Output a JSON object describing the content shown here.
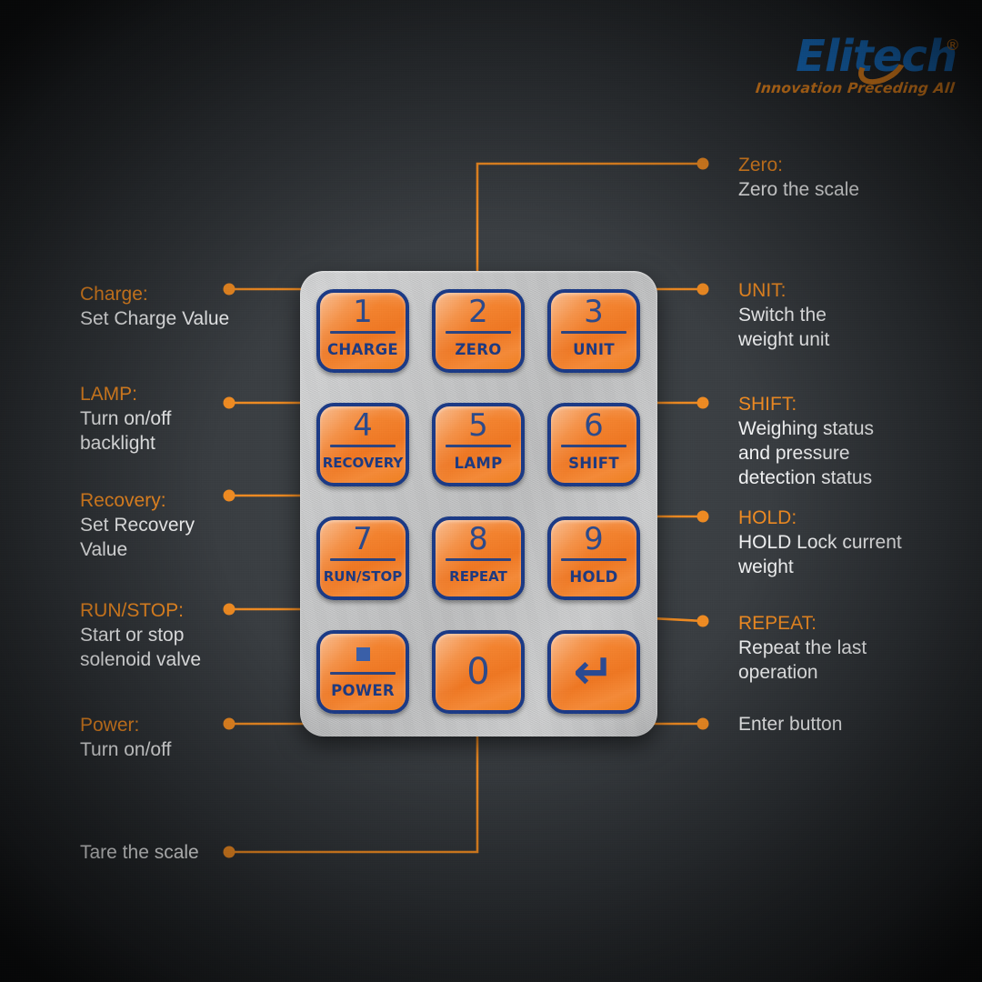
{
  "brand": {
    "name": "Elitech",
    "registered": "®",
    "tagline": "Innovation Preceding All"
  },
  "keypad": {
    "keys": [
      {
        "digit": "1",
        "label": "CHARGE",
        "icon": ""
      },
      {
        "digit": "2",
        "label": "ZERO",
        "icon": ""
      },
      {
        "digit": "3",
        "label": "UNIT",
        "icon": ""
      },
      {
        "digit": "4",
        "label": "RECOVERY",
        "icon": ""
      },
      {
        "digit": "5",
        "label": "LAMP",
        "icon": ""
      },
      {
        "digit": "6",
        "label": "SHIFT",
        "icon": ""
      },
      {
        "digit": "7",
        "label": "RUN/STOP",
        "icon": ""
      },
      {
        "digit": "8",
        "label": "REPEAT",
        "icon": ""
      },
      {
        "digit": "9",
        "label": "HOLD",
        "icon": ""
      },
      {
        "digit": "",
        "label": "POWER",
        "icon": "power-square-icon"
      },
      {
        "digit": "0",
        "label": "",
        "icon": ""
      },
      {
        "digit": "",
        "label": "",
        "icon": "enter-arrow-icon",
        "glyph": "↵"
      }
    ]
  },
  "callouts": {
    "left": [
      {
        "head": "Charge:",
        "body": "Set Charge Value"
      },
      {
        "head": "LAMP:",
        "body": "Turn on/off\nbacklight"
      },
      {
        "head": "Recovery:",
        "body": "Set Recovery\nValue"
      },
      {
        "head": "RUN/STOP:",
        "body": "Start or stop\nsolenoid valve"
      },
      {
        "head": "Power:",
        "body": "Turn on/off"
      },
      {
        "head": "",
        "body": "Tare the scale"
      }
    ],
    "right": [
      {
        "head": "Zero:",
        "body": "Zero the scale"
      },
      {
        "head": "UNIT:",
        "body": "Switch the\nweight unit"
      },
      {
        "head": "SHIFT:",
        "body": "Weighing status\nand pressure\ndetection status"
      },
      {
        "head": "HOLD:",
        "body": "HOLD Lock current\nweight"
      },
      {
        "head": "REPEAT:",
        "body": "Repeat the last\noperation"
      },
      {
        "head": "",
        "body": "Enter button"
      }
    ]
  },
  "colors": {
    "accent_orange": "#ef8b22",
    "key_orange": "#f4832f",
    "key_border_blue": "#1b3a86",
    "key_text_blue": "#2d4a8a",
    "background_dark": "#393d41",
    "text_white": "#f2f3f4",
    "panel_gray": "#c9cacb",
    "logo_blue": "#1877d2"
  }
}
